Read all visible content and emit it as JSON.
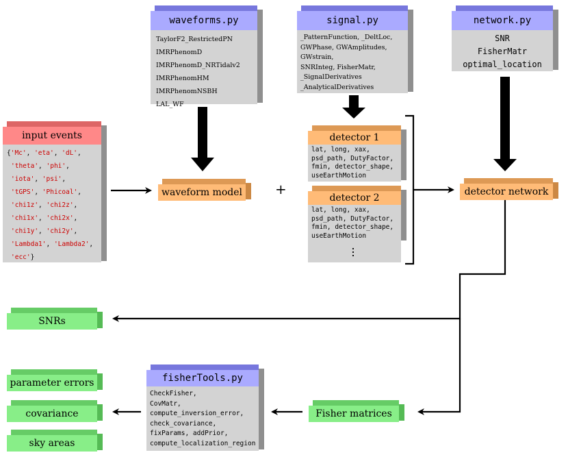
{
  "waveforms": {
    "title": "waveforms.py",
    "items": [
      "TaylorF2_RestrictedPN",
      "IMRPhenomD",
      "IMRPhenomD_NRTidalv2",
      "IMRPhenomHM",
      "IMRPhenomNSBH",
      "LAL_WF"
    ]
  },
  "signal": {
    "title": "signal.py",
    "items": [
      "_PatternFunction, _DeltLoc,",
      "GWPhase, GWAmplitudes,",
      "GWstrain,",
      "SNRInteg, FisherMatr,",
      "_SignalDerivatives",
      "_AnalyticalDerivatives"
    ]
  },
  "network": {
    "title": "network.py",
    "items": [
      "SNR",
      "FisherMatr",
      "optimal_location"
    ]
  },
  "input_events": {
    "title": "input events",
    "lines": [
      [
        "{",
        "'Mc'",
        ", ",
        "'eta'",
        ", ",
        "'dL'",
        ","
      ],
      [
        "",
        "'theta'",
        ", ",
        "'phi'",
        ","
      ],
      [
        "",
        "'iota'",
        ", ",
        "'psi'",
        ","
      ],
      [
        "",
        "'tGPS'",
        ", ",
        "'Phicoal'",
        ","
      ],
      [
        "",
        "'chi1z'",
        ", ",
        "'chi2z'",
        ","
      ],
      [
        "",
        "'chi1x'",
        ", ",
        "'chi2x'",
        ","
      ],
      [
        "",
        "'chi1y'",
        ", ",
        "'chi2y'",
        ","
      ],
      [
        "",
        "'Lambda1'",
        ", ",
        "'Lambda2'",
        ","
      ],
      [
        "",
        "'ecc'",
        "}"
      ]
    ]
  },
  "waveform_model": {
    "label": "waveform model"
  },
  "plus": "+",
  "detector1": {
    "title": "detector 1",
    "items": [
      "lat, long, xax,",
      "psd_path, DutyFactor,",
      "fmin, detector_shape,",
      "useEarthMotion"
    ]
  },
  "detector2": {
    "title": "detector 2",
    "items": [
      "lat, long, xax,",
      "psd_path, DutyFactor,",
      "fmin, detector_shape,",
      "useEarthMotion"
    ]
  },
  "detector_network": {
    "label": "detector network"
  },
  "snrs": {
    "label": "SNRs"
  },
  "fisher_matrices": {
    "label": "Fisher matrices"
  },
  "fishertools": {
    "title": "fisherTools.py",
    "items": [
      "CheckFisher,",
      "CovMatr,",
      "compute_inversion_error,",
      "check_covariance,",
      "fixParams, addPrior,",
      "compute_localization_region"
    ]
  },
  "outputs": {
    "parameter_errors": "parameter errors",
    "covariance": "covariance",
    "sky_areas": "sky areas"
  },
  "colors": {
    "blue": "#aaaaff",
    "gray": "#d3d3d3",
    "red": "#ff8888",
    "orange": "#ffbb77",
    "green": "#88ee88"
  }
}
